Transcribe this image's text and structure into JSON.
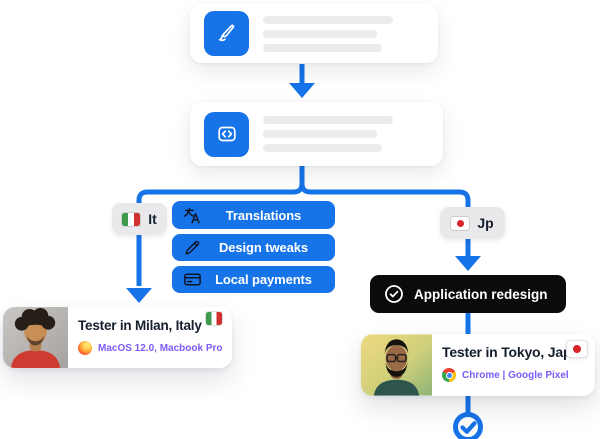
{
  "colors": {
    "accent_blue": "#1673e8",
    "pill_black": "#0b0b0d",
    "badge_gray": "#e9e9eb",
    "skeleton_gray": "#ececef",
    "title_dark": "#141e2c",
    "device_purple": "#7d5af7",
    "italy_flag": [
      "#3f9a4d",
      "#ffffff",
      "#d13030"
    ],
    "japan_flag": [
      "#ffffff",
      "#d8232a"
    ]
  },
  "workflow": {
    "card1": {
      "icon": "paintbrush-icon"
    },
    "card2": {
      "icon": "code-icon"
    }
  },
  "left_branch": {
    "badge": {
      "label": "It",
      "flag": "italy-flag"
    },
    "tasks": [
      {
        "icon": "translate-icon",
        "label": "Translations"
      },
      {
        "icon": "pen-icon",
        "label": "Design tweaks"
      },
      {
        "icon": "credit-card-icon",
        "label": "Local payments"
      }
    ],
    "tester": {
      "title": "Tester in Milan, Italy",
      "browser_icon": "firefox-icon",
      "device": "MacOS 12.0, Macbook Pro",
      "flag": "italy-flag"
    }
  },
  "right_branch": {
    "badge": {
      "label": "Jp",
      "flag": "japan-flag"
    },
    "task_pill": {
      "icon": "check-circle-icon",
      "label": "Application redesign"
    },
    "tester": {
      "title": "Tester in Tokyo, Japan",
      "browser_icon": "chrome-icon",
      "device": "Chrome | Google Pixel",
      "flag": "japan-flag"
    },
    "end": {
      "icon": "check-circle-icon"
    }
  }
}
